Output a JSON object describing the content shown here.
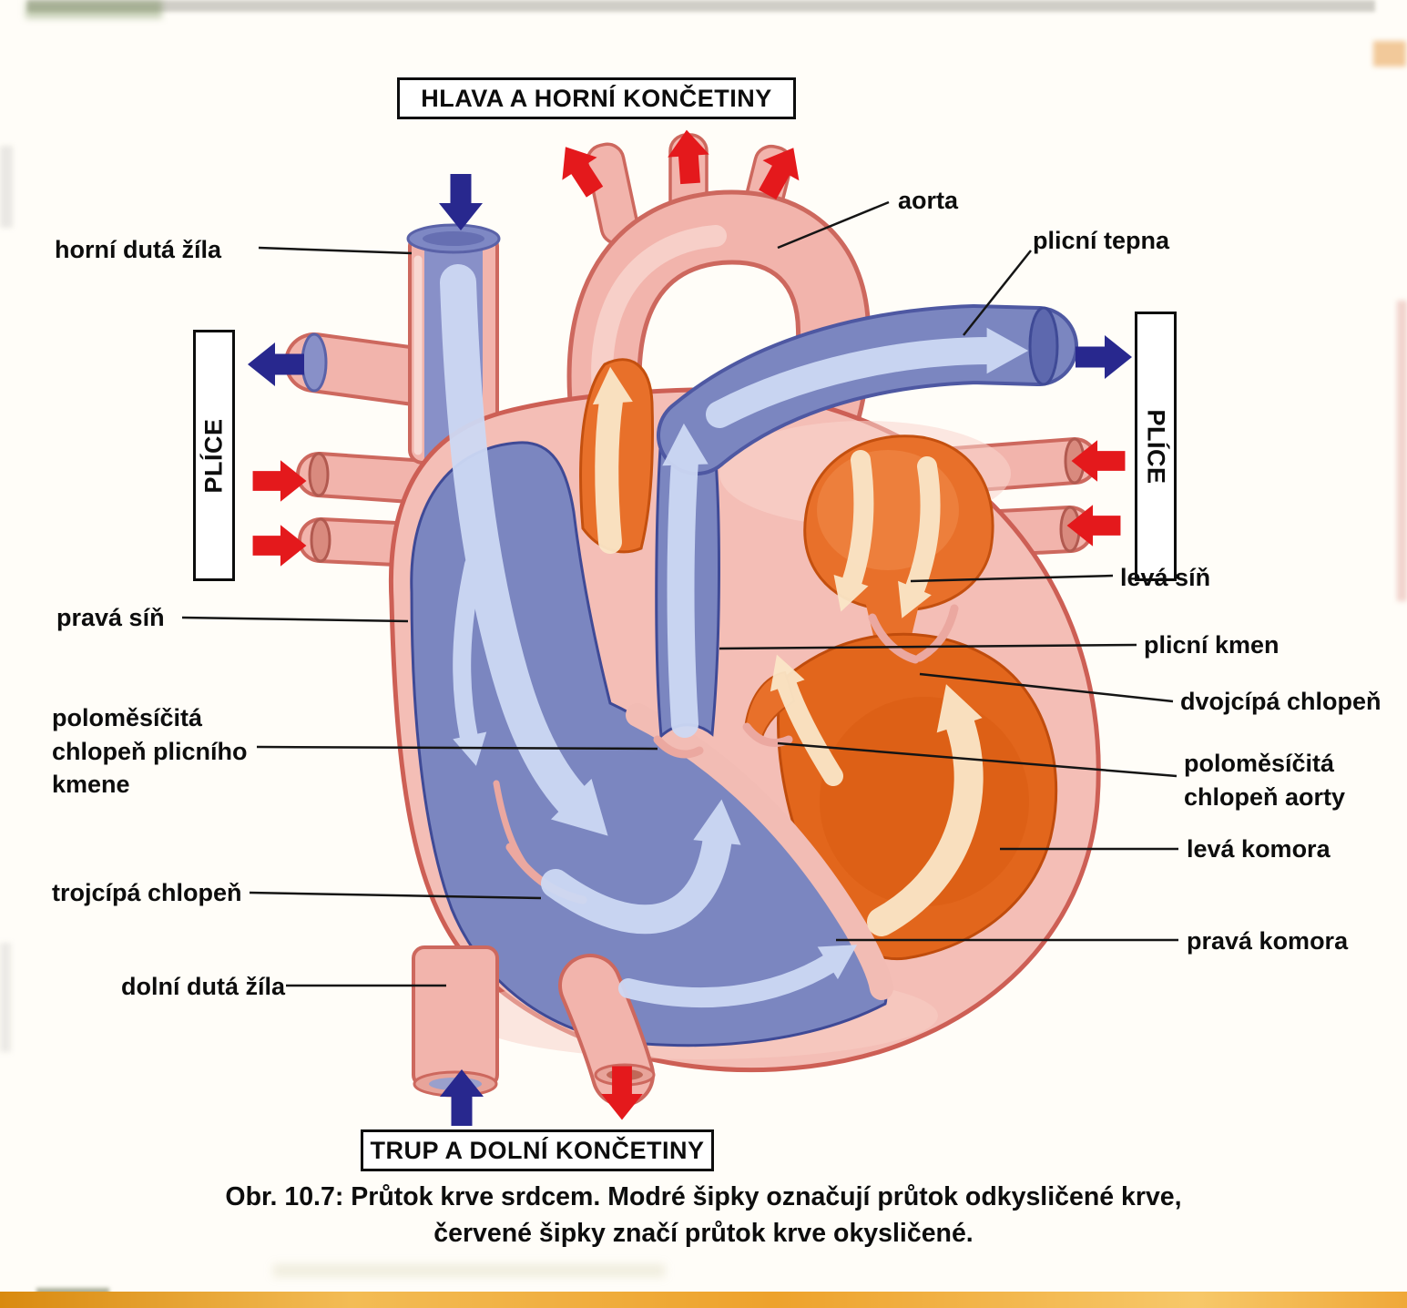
{
  "figure": {
    "caption_line1": "Obr. 10.7: Průtok krve srdcem. Modré šipky označují průtok odkysličené krve,",
    "caption_line2": "červené šipky značí průtok krve okysličené."
  },
  "boxes": {
    "head_upper_limbs": "HLAVA A HORNÍ KONČETINY",
    "trunk_lower_limbs": "TRUP A DOLNÍ KONČETINY",
    "left_lung": "PLÍCE",
    "right_lung": "PLÍCE"
  },
  "labels": {
    "superior_vena_cava": "horní dutá žíla",
    "aorta": "aorta",
    "pulmonary_artery": "plicní tepna",
    "left_atrium": "levá síň",
    "right_atrium": "pravá síň",
    "pulmonary_trunk": "plicní kmen",
    "bicuspid_valve": "dvojcípá chlopeň",
    "semilunar_valve_pulmonary": "poloměsíčitá chlopeň plicního kmene",
    "semilunar_valve_aorta": "poloměsíčitá chlopeň aorty",
    "left_ventricle": "levá komora",
    "tricuspid_valve": "trojcípá chlopeň",
    "right_ventricle": "pravá komora",
    "inferior_vena_cava": "dolní dutá žíla"
  },
  "colors": {
    "deoxygenated_arrow": "#28288e",
    "oxygenated_arrow": "#e4191c",
    "heart_wall": "#f4beb6",
    "vessel_outline": "#cd685e",
    "chamber_blue": "#7b86c0",
    "chamber_orange": "#e8702a",
    "flow_blue": "#cdd9f4",
    "flow_cream": "#fae6c8",
    "bottom_bar": "#eb9a12"
  }
}
